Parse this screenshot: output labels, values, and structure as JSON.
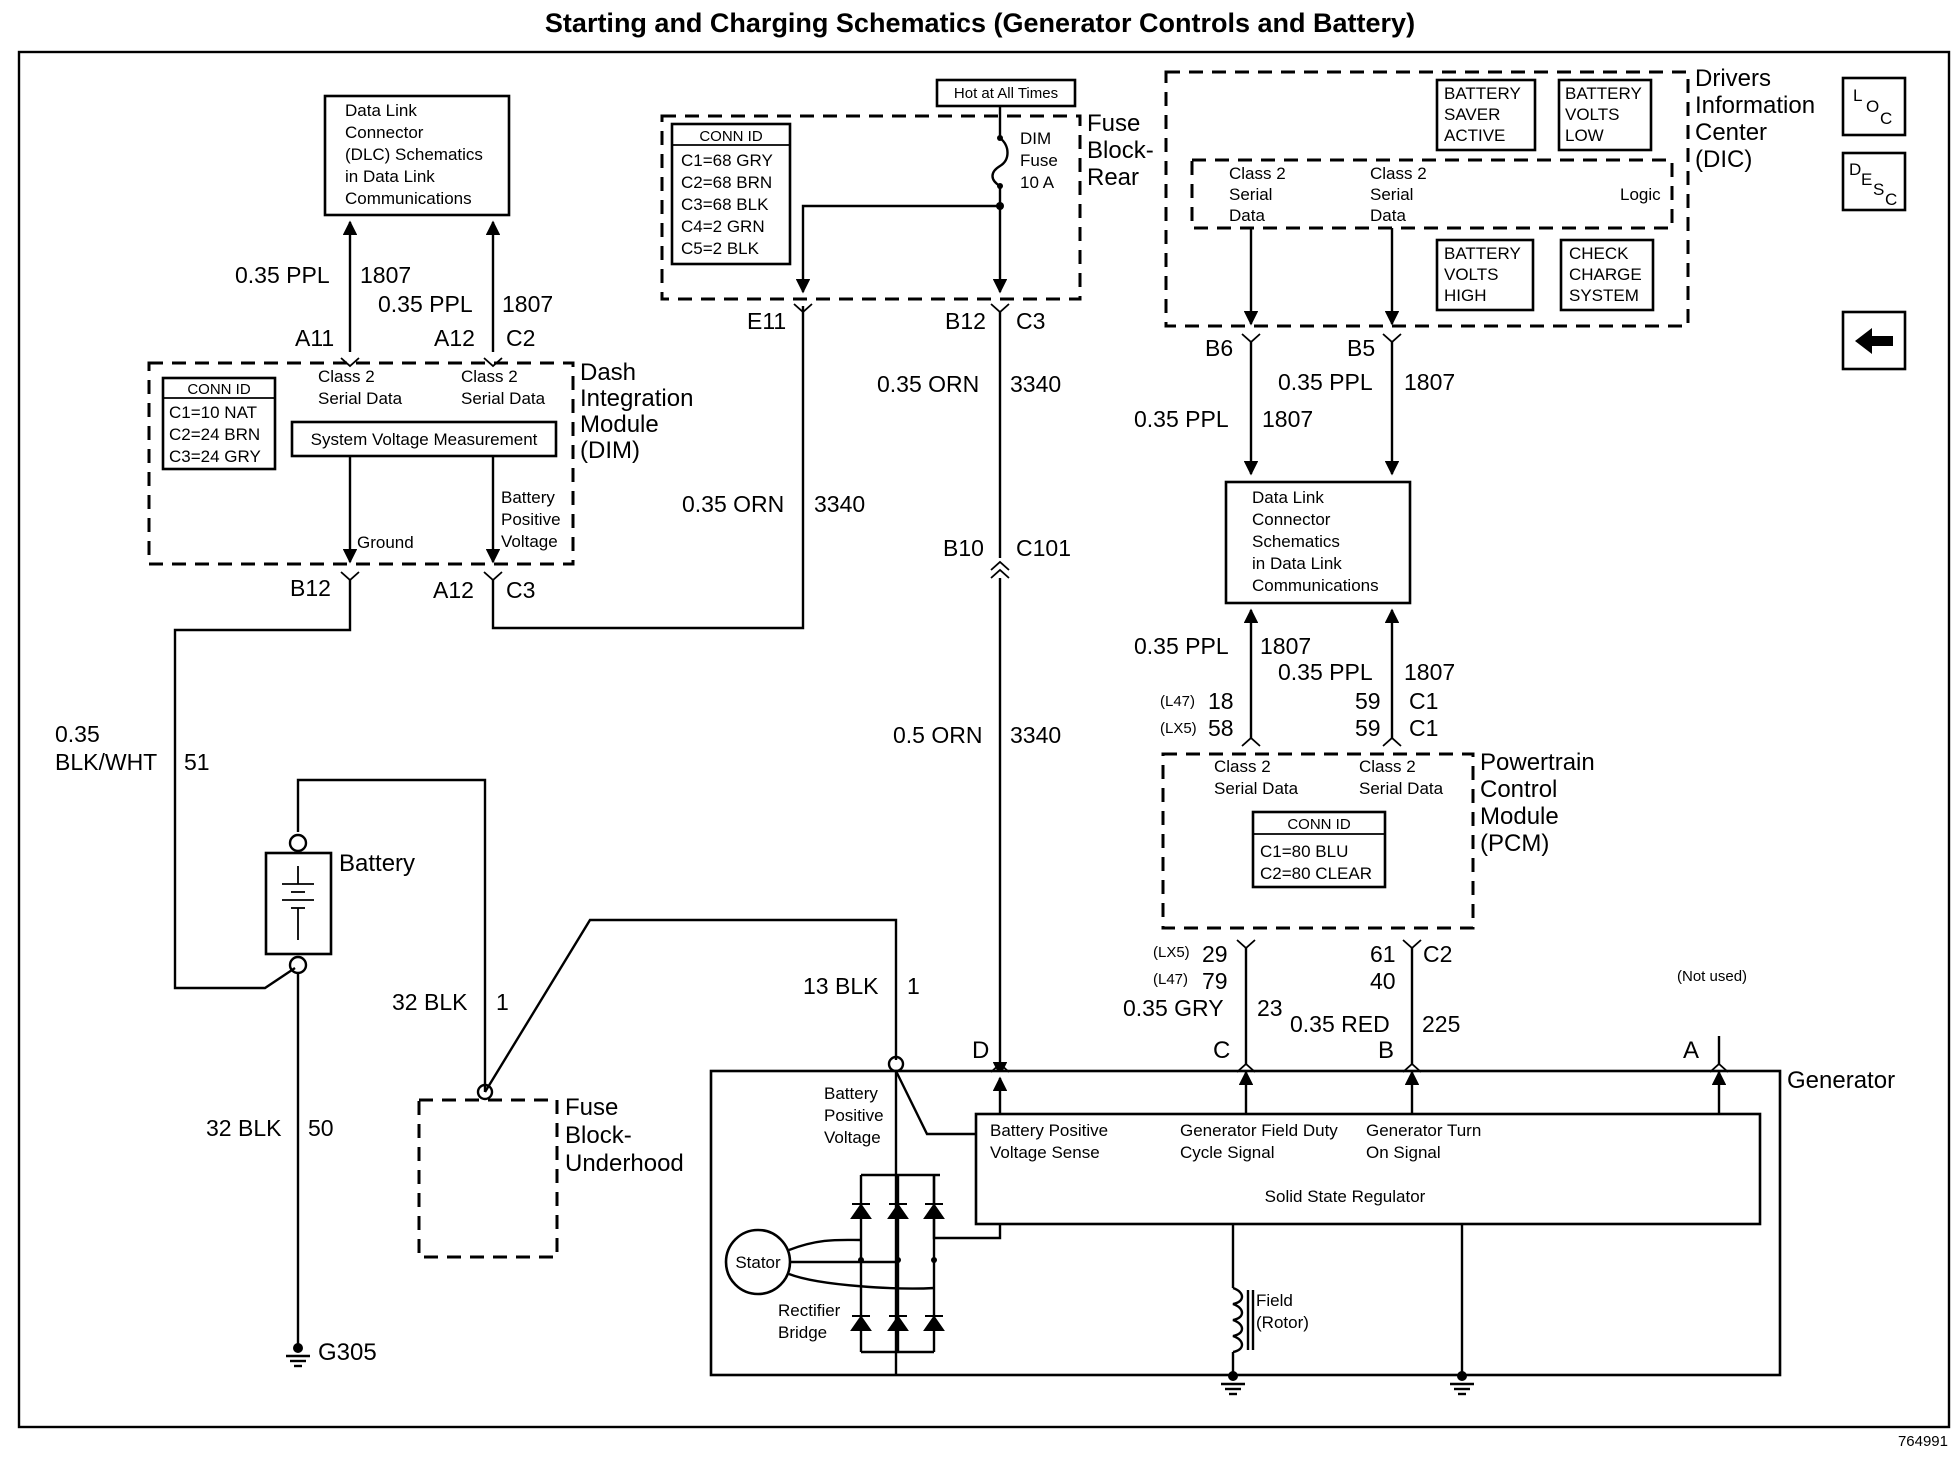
{
  "title": "Starting and Charging Schematics (Generator Controls and Battery)",
  "figure_number": "764991",
  "nav": {
    "loc": "LOC",
    "desc": "DESC",
    "back_arrow": "arrow-left-icon"
  },
  "hot_at_all_times": "Hot at All Times",
  "dlc_top": [
    "Data Link",
    "Connector",
    "(DLC) Schematics",
    "in Data Link",
    "Communications"
  ],
  "dlc_mid": [
    "Data Link",
    "Connector",
    "Schematics",
    "in Data Link",
    "Communications"
  ],
  "fuse_block_rear": {
    "name": [
      "Fuse",
      "Block-",
      "Rear"
    ],
    "conn_id_header": "CONN ID",
    "conn_ids": [
      "C1=68 GRY",
      "C2=68 BRN",
      "C3=68 BLK",
      "C4=2 GRN",
      "C5=2 BLK"
    ],
    "fuse": [
      "DIM",
      "Fuse",
      "10 A"
    ],
    "pin_left": "E11",
    "pin_right": "B12",
    "pin_right_conn": "C3"
  },
  "dic": {
    "name": [
      "Drivers",
      "Information",
      "Center",
      "(DIC)"
    ],
    "battery_saver": [
      "BATTERY",
      "SAVER",
      "ACTIVE"
    ],
    "battery_volts_low": [
      "BATTERY",
      "VOLTS",
      "LOW"
    ],
    "battery_volts_high": [
      "BATTERY",
      "VOLTS",
      "HIGH"
    ],
    "check_charge": [
      "CHECK",
      "CHARGE",
      "SYSTEM"
    ],
    "serial_left": [
      "Class 2",
      "Serial",
      "Data"
    ],
    "serial_right": [
      "Class 2",
      "Serial",
      "Data"
    ],
    "logic": "Logic",
    "pin_left": "B6",
    "pin_right": "B5"
  },
  "dim": {
    "name": [
      "Dash",
      "Integration",
      "Module",
      "(DIM)"
    ],
    "conn_id_header": "CONN ID",
    "conn_ids": [
      "C1=10 NAT",
      "C2=24 BRN",
      "C3=24 GRY"
    ],
    "serial_left": [
      "Class 2",
      "Serial Data"
    ],
    "serial_right": [
      "Class 2",
      "Serial Data"
    ],
    "voltage_measurement": "System Voltage Measurement",
    "ground": "Ground",
    "battery_positive": [
      "Battery",
      "Positive",
      "Voltage"
    ],
    "pin_top_left": "A11",
    "pin_top_right": "A12",
    "pin_top_right_conn": "C2",
    "pin_bottom_left": "B12",
    "pin_bottom_right": "A12",
    "pin_bottom_right_conn": "C3"
  },
  "pcm": {
    "name": [
      "Powertrain",
      "Control",
      "Module",
      "(PCM)"
    ],
    "serial_left": [
      "Class 2",
      "Serial Data"
    ],
    "serial_right": [
      "Class 2",
      "Serial Data"
    ],
    "conn_id_header": "CONN ID",
    "conn_ids": [
      "C1=80 BLU",
      "C2=80 CLEAR"
    ],
    "top_l47_tag": "(L47)",
    "top_l47_pin": "18",
    "top_lx5_tag": "(LX5)",
    "top_lx5_pin": "58",
    "top_right_pin1": "59",
    "top_right_conn1": "C1",
    "top_right_pin2": "59",
    "top_right_conn2": "C1",
    "bot_lx5_tag": "(LX5)",
    "bot_lx5_pin": "29",
    "bot_l47_tag": "(L47)",
    "bot_l47_pin": "79",
    "bot_right_pin1": "61",
    "bot_right_conn": "C2",
    "bot_right_pin2": "40"
  },
  "wires": {
    "w_dlc_a11": [
      "0.35 PPL",
      "1807"
    ],
    "w_dlc_a12": [
      "0.35 PPL",
      "1807"
    ],
    "w_b6": [
      "0.35 PPL",
      "1807"
    ],
    "w_b5": [
      "0.35 PPL",
      "1807"
    ],
    "w_dlc_pcm_l": [
      "0.35 PPL",
      "1807"
    ],
    "w_dlc_pcm_r": [
      "0.35 PPL",
      "1807"
    ],
    "w_orn_upper": [
      "0.35 ORN",
      "3340"
    ],
    "w_orn_left": [
      "0.35 ORN",
      "3340"
    ],
    "w_orn_lower": [
      "0.5 ORN",
      "3340"
    ],
    "w_blkwht": [
      "0.35",
      "BLK/WHT",
      "51"
    ],
    "w_blk_50": [
      "32 BLK",
      "50"
    ],
    "w_blk_fuse": [
      "32 BLK",
      "1"
    ],
    "w_blk_13": [
      "13 BLK",
      "1"
    ],
    "w_gry": [
      "0.35 GRY",
      "23"
    ],
    "w_red": [
      "0.35 RED",
      "225"
    ]
  },
  "c101": {
    "pin": "B10",
    "conn": "C101"
  },
  "battery": "Battery",
  "ground_g305": "G305",
  "fuse_block_underhood": [
    "Fuse",
    "Block-",
    "Underhood"
  ],
  "generator": {
    "name": "Generator",
    "pins": [
      "D",
      "C",
      "B",
      "A"
    ],
    "not_used": "(Not used)",
    "battery_positive": [
      "Battery",
      "Positive",
      "Voltage"
    ],
    "bpv_sense": [
      "Battery Positive",
      "Voltage Sense"
    ],
    "field_duty": [
      "Generator Field Duty",
      "Cycle Signal"
    ],
    "turn_on": [
      "Generator Turn",
      "On Signal"
    ],
    "regulator": "Solid State Regulator",
    "stator": "Stator",
    "rectifier": [
      "Rectifier",
      "Bridge"
    ],
    "field": [
      "Field",
      "(Rotor)"
    ]
  }
}
